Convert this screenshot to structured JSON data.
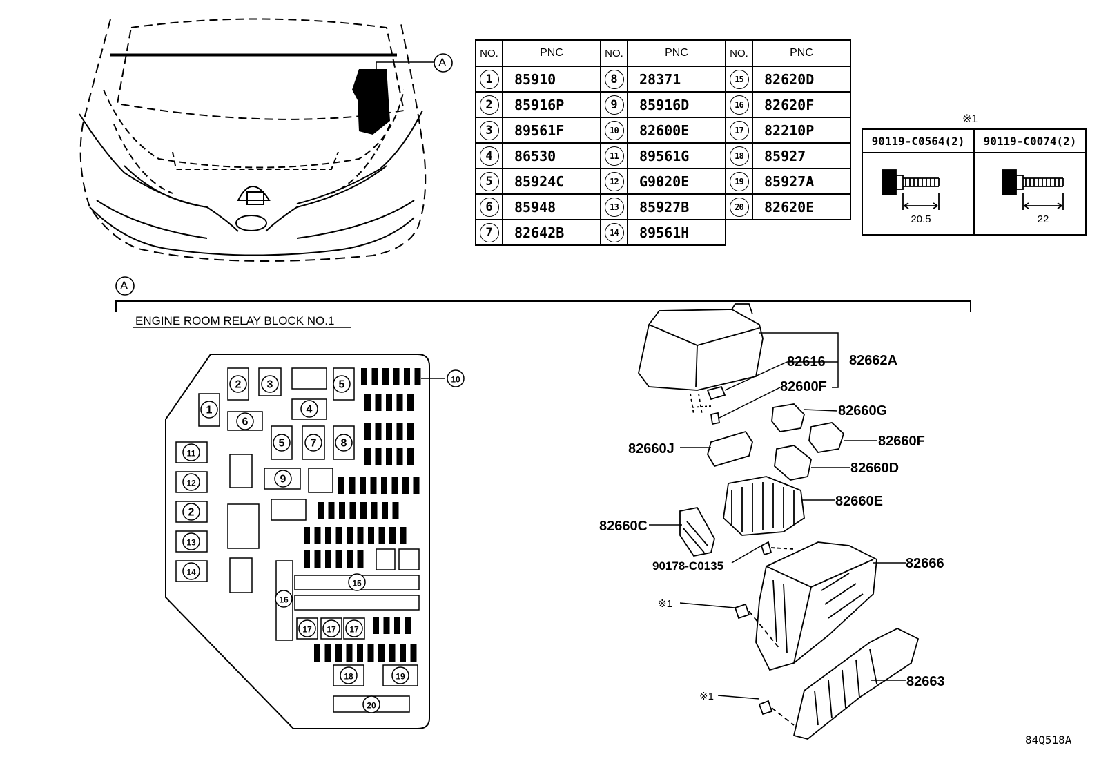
{
  "pnc_table": {
    "headers": {
      "no": "NO.",
      "pnc": "PNC"
    },
    "columns": [
      [
        {
          "no": "1",
          "pnc": "85910"
        },
        {
          "no": "2",
          "pnc": "85916P"
        },
        {
          "no": "3",
          "pnc": "89561F"
        },
        {
          "no": "4",
          "pnc": "86530"
        },
        {
          "no": "5",
          "pnc": "85924C"
        },
        {
          "no": "6",
          "pnc": "85948"
        },
        {
          "no": "7",
          "pnc": "82642B"
        }
      ],
      [
        {
          "no": "8",
          "pnc": "28371"
        },
        {
          "no": "9",
          "pnc": "85916D"
        },
        {
          "no": "10",
          "pnc": "82600E"
        },
        {
          "no": "11",
          "pnc": "89561G"
        },
        {
          "no": "12",
          "pnc": "G9020E"
        },
        {
          "no": "13",
          "pnc": "85927B"
        },
        {
          "no": "14",
          "pnc": "89561H"
        }
      ],
      [
        {
          "no": "15",
          "pnc": "82620D"
        },
        {
          "no": "16",
          "pnc": "82620F"
        },
        {
          "no": "17",
          "pnc": "82210P"
        },
        {
          "no": "18",
          "pnc": "85927"
        },
        {
          "no": "19",
          "pnc": "85927A"
        },
        {
          "no": "20",
          "pnc": "82620E"
        }
      ]
    ]
  },
  "bolt_table": {
    "mark": "※1",
    "items": [
      {
        "part": "90119-C0564(2)",
        "length": "20.5"
      },
      {
        "part": "90119-C0074(2)",
        "length": "22"
      }
    ]
  },
  "view_ref": "A",
  "section_title": "ENGINE ROOM RELAY BLOCK NO.1",
  "relay_block_labels": [
    "1",
    "2",
    "3",
    "4",
    "5",
    "6",
    "5",
    "7",
    "8",
    "9",
    "10",
    "11",
    "12",
    "2",
    "13",
    "14",
    "15",
    "16",
    "17",
    "17",
    "17",
    "18",
    "19",
    "20"
  ],
  "exploded_parts": {
    "p82662A": "82662A",
    "p82616": "82616",
    "p82600F": "82600F",
    "p82660G": "82660G",
    "p82660F": "82660F",
    "p82660J": "82660J",
    "p82660D": "82660D",
    "p82660E": "82660E",
    "p82660C": "82660C",
    "p90178": "90178-C0135",
    "p82666": "82666",
    "p82663": "82663",
    "bolt1": "※1",
    "bolt2": "※1"
  },
  "figure_code": "84Q518A"
}
